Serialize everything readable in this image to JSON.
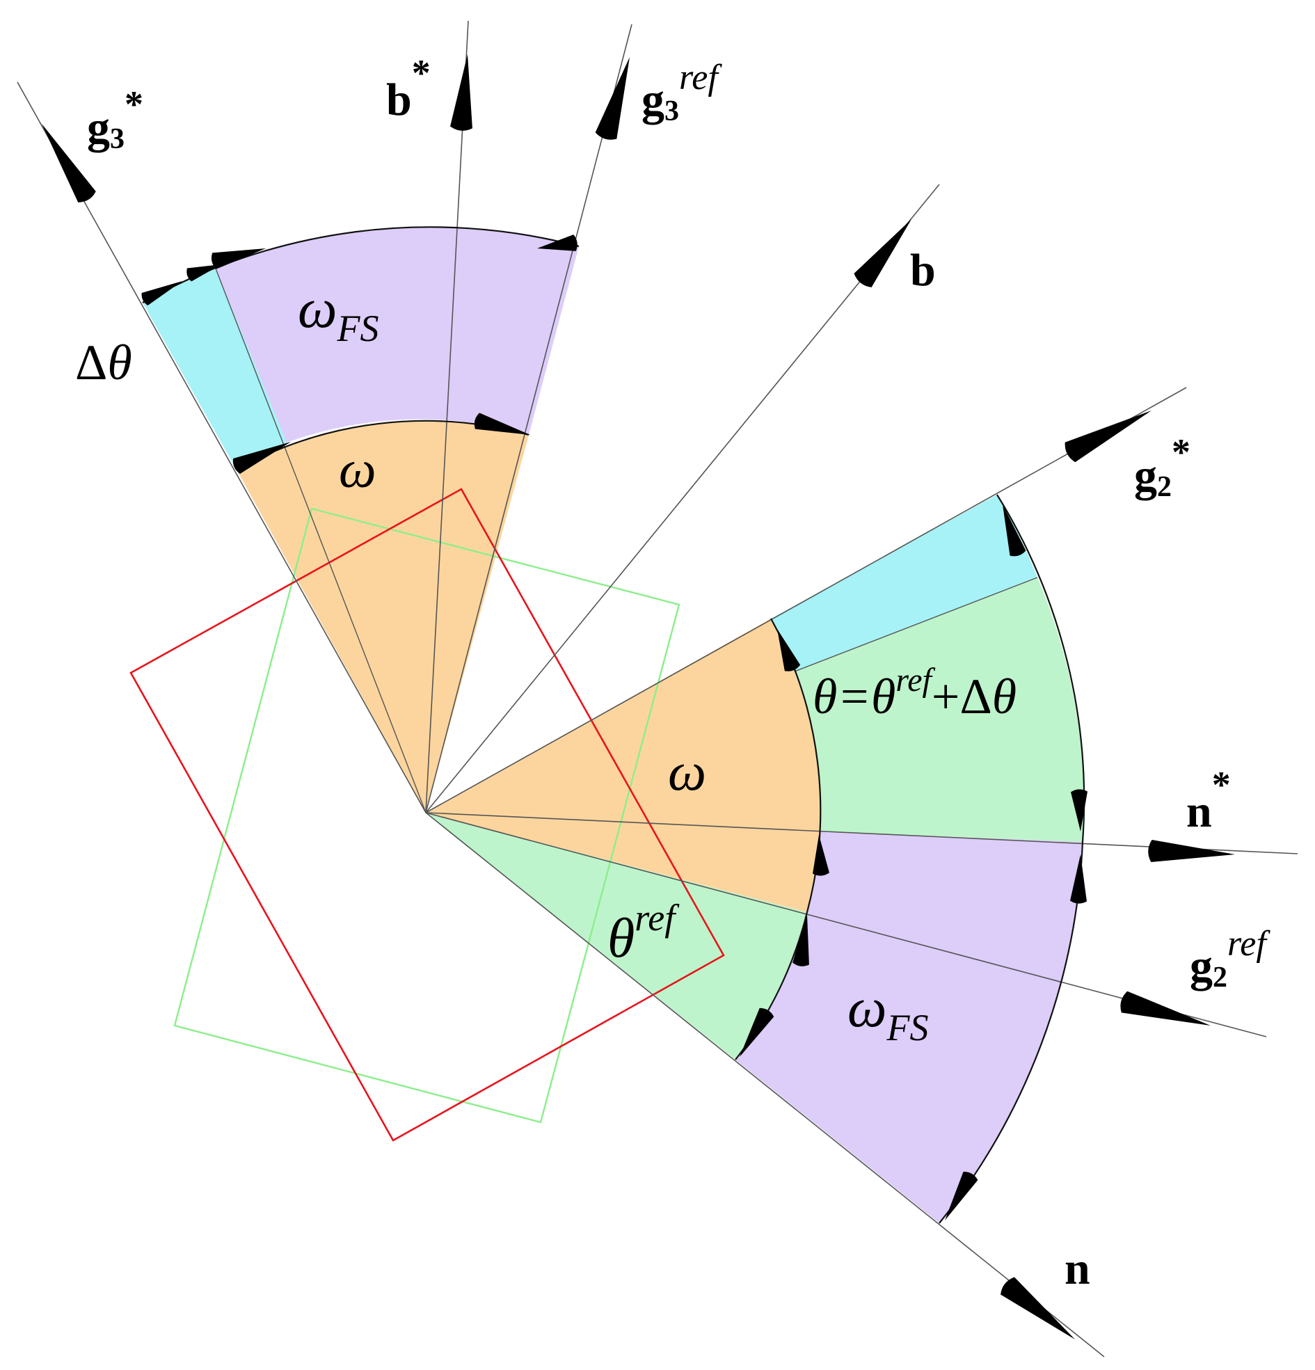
{
  "colors": {
    "orange": "#fcd59e",
    "purple": "#dccdf9",
    "cyan": "#a6f2f6",
    "green": "#bef4cb",
    "red_box": "#e8141c",
    "green_box": "#8cee8c",
    "arrow": "#000000"
  },
  "labels": {
    "g3_star": {
      "base": "g",
      "sub": "3",
      "sup": "*"
    },
    "b_star": {
      "base": "b",
      "sup": "*"
    },
    "g3_ref": {
      "base": "g",
      "sub": "3",
      "sup": "ref"
    },
    "b": {
      "base": "b"
    },
    "g2_star": {
      "base": "g",
      "sub": "2",
      "sup": "*"
    },
    "n_star": {
      "base": "n",
      "sup": "*"
    },
    "g2_ref": {
      "base": "g",
      "sub": "2",
      "sup": "ref"
    },
    "n": {
      "base": "n"
    },
    "omega_fs_top": {
      "base": "ω",
      "sub": "FS"
    },
    "delta_theta": {
      "delta": "Δ",
      "theta": "θ"
    },
    "omega_top": {
      "base": "ω"
    },
    "theta_eq": {
      "lhs": "θ=θ",
      "sup": "ref",
      "plus": "+Δ",
      "theta": "θ"
    },
    "omega_right": {
      "base": "ω"
    },
    "theta_ref": {
      "base": "θ",
      "sup": "ref"
    },
    "omega_fs_bottom": {
      "base": "ω",
      "sub": "FS"
    }
  }
}
